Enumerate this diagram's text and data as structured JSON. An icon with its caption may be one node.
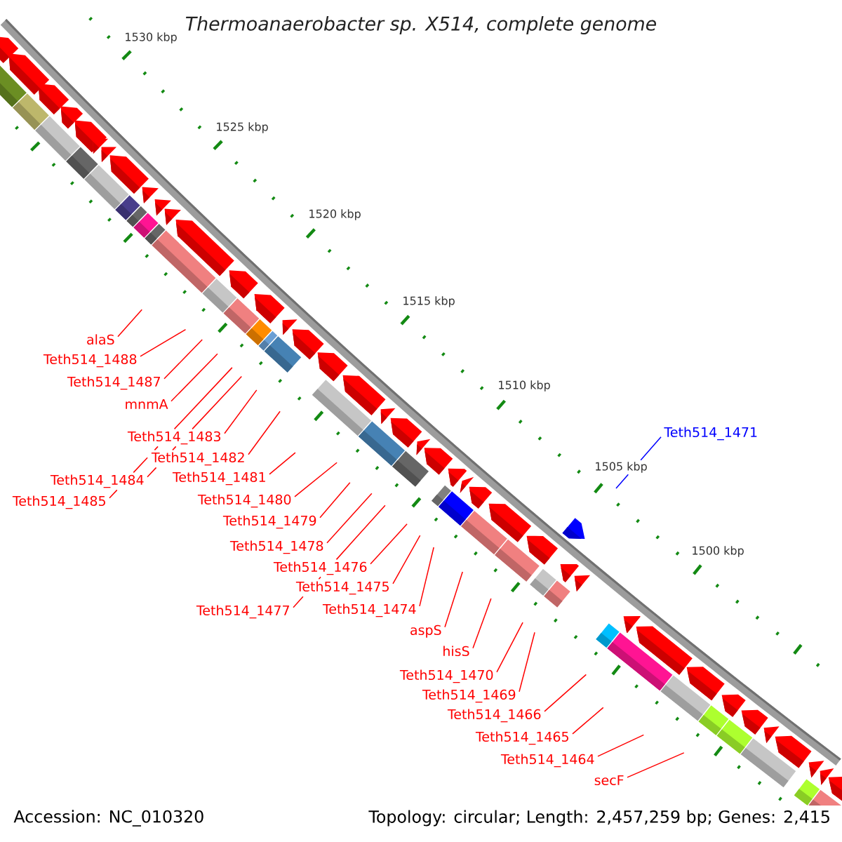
{
  "diagram": {
    "title": "Thermoanaerobacter sp. X514, complete genome",
    "nodes": [
      {
        "text": [
          "alaS"
        ]
      },
      {
        "text": [
          "Teth514_1488"
        ]
      },
      {
        "text": [
          "Teth514_1487"
        ]
      },
      {
        "text": [
          "mnmA"
        ]
      },
      {
        "text": [
          "Teth514_1484"
        ]
      },
      {
        "text": [
          "Teth514_1485"
        ]
      },
      {
        "text": [
          "Teth514_1483"
        ]
      },
      {
        "text": [
          "Teth514_1482"
        ]
      },
      {
        "text": [
          "Teth514_1481"
        ]
      },
      {
        "text": [
          "Teth514_1480"
        ]
      },
      {
        "text": [
          "Teth514_1479"
        ]
      },
      {
        "text": [
          "Teth514_1478"
        ]
      },
      {
        "text": [
          "Teth514_1477"
        ]
      },
      {
        "text": [
          "Teth514_1476"
        ]
      },
      {
        "text": [
          "Teth514_1475"
        ]
      },
      {
        "text": [
          "Teth514_1474"
        ]
      },
      {
        "text": [
          "aspS"
        ]
      },
      {
        "text": [
          "hisS"
        ]
      },
      {
        "text": [
          "Teth514_1471"
        ]
      },
      {
        "text": [
          "Teth514_1470"
        ]
      },
      {
        "text": [
          "Teth514_1469"
        ]
      },
      {
        "text": [
          "Teth514_1466"
        ]
      },
      {
        "text": [
          "Teth514_1465"
        ]
      },
      {
        "text": [
          "Teth514_1464"
        ]
      },
      {
        "text": [
          "secF"
        ]
      }
    ],
    "edges": [
      {
        "from": 0,
        "to": null,
        "arrow": "none"
      },
      {
        "from": 1,
        "to": null,
        "arrow": "none"
      },
      {
        "from": 2,
        "to": null,
        "arrow": "none"
      },
      {
        "from": 3,
        "to": null,
        "arrow": "none"
      },
      {
        "from": 4,
        "to": null,
        "arrow": "none"
      },
      {
        "from": 5,
        "to": null,
        "arrow": "none"
      },
      {
        "from": 6,
        "to": null,
        "arrow": "none"
      },
      {
        "from": 7,
        "to": null,
        "arrow": "none"
      },
      {
        "from": 8,
        "to": null,
        "arrow": "none"
      },
      {
        "from": 9,
        "to": null,
        "arrow": "none"
      },
      {
        "from": 10,
        "to": null,
        "arrow": "none"
      },
      {
        "from": 11,
        "to": null,
        "arrow": "none"
      },
      {
        "from": 12,
        "to": null,
        "arrow": "none"
      },
      {
        "from": 13,
        "to": null,
        "arrow": "none"
      },
      {
        "from": 14,
        "to": null,
        "arrow": "none"
      },
      {
        "from": 15,
        "to": null,
        "arrow": "none"
      },
      {
        "from": 16,
        "to": null,
        "arrow": "none"
      },
      {
        "from": 17,
        "to": null,
        "arrow": "none"
      },
      {
        "from": 18,
        "to": null,
        "arrow": "none",
        "color": "#0000ff"
      },
      {
        "from": 19,
        "to": null,
        "arrow": "none"
      },
      {
        "from": 20,
        "to": null,
        "arrow": "none"
      },
      {
        "from": 21,
        "to": null,
        "arrow": "none"
      },
      {
        "from": 22,
        "to": null,
        "arrow": "none"
      },
      {
        "from": 23,
        "to": null,
        "arrow": "none"
      },
      {
        "from": 24,
        "to": null,
        "arrow": "none"
      }
    ],
    "labels": [
      "1530 kbp",
      "1525 kbp",
      "1520 kbp",
      "1515 kbp",
      "1510 kbp",
      "1505 kbp",
      "1500 kbp",
      "Accession: NC_010320",
      "Topology: circular; Length: 2,457,259 bp; Genes: 2,415"
    ]
  }
}
